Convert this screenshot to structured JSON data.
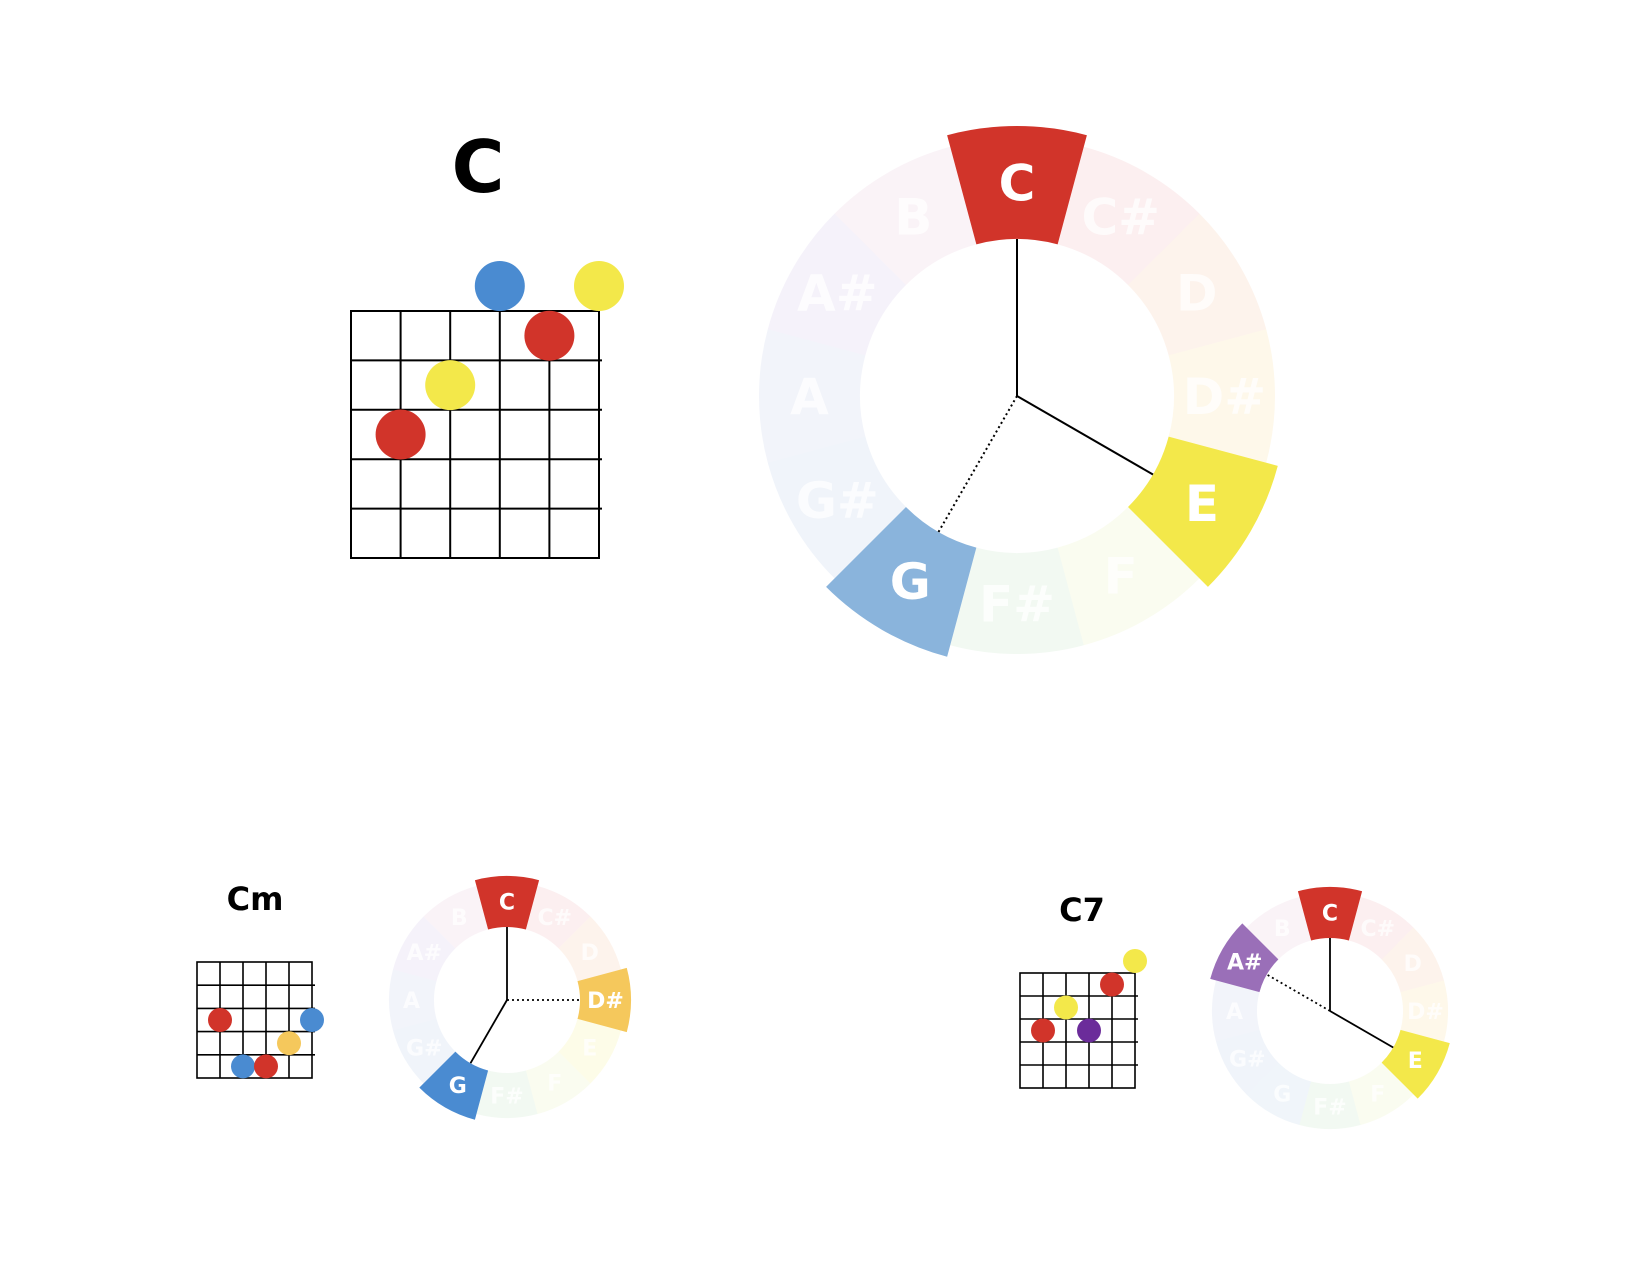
{
  "notes": [
    "C",
    "C#",
    "D",
    "D#",
    "E",
    "F",
    "F#",
    "G",
    "G#",
    "A",
    "A#",
    "B"
  ],
  "note_colors": {
    "C": "#d1342a",
    "C#": "#e9858a",
    "D": "#f0a070",
    "D#": "#f5c85c",
    "E": "#f3e84a",
    "F": "#dce98a",
    "F#": "#9ccf9c",
    "G": "#8ab4dc",
    "G#": "#8ea8dc",
    "A": "#9aa8dc",
    "A#": "#b59ad8",
    "B": "#d8a6c0"
  },
  "chords": [
    {
      "id": "chord-c",
      "name": "C",
      "tones": {
        "C": "#d1342a",
        "E": "#f3e84a",
        "G": "#8ab4dc"
      },
      "lines": [
        {
          "note": "C",
          "style": "solid"
        },
        {
          "note": "E",
          "style": "solid"
        },
        {
          "note": "G",
          "style": "dotted"
        }
      ],
      "fretboard": {
        "open_strings": [
          {
            "string": 3,
            "color": "#4a8bd1"
          },
          {
            "string": 5,
            "color": "#f3e84a"
          }
        ],
        "dots": [
          {
            "string": 4,
            "fret": 1,
            "color": "#d1342a"
          },
          {
            "string": 2,
            "fret": 2,
            "color": "#f3e84a"
          },
          {
            "string": 1,
            "fret": 3,
            "color": "#d1342a"
          }
        ]
      }
    },
    {
      "id": "chord-cm",
      "name": "Cm",
      "tones": {
        "C": "#d1342a",
        "D#": "#f5c85c",
        "G": "#4a8bd1"
      },
      "lines": [
        {
          "note": "C",
          "style": "solid"
        },
        {
          "note": "D#",
          "style": "dotted"
        },
        {
          "note": "G",
          "style": "solid"
        }
      ],
      "fretboard": {
        "open_strings": [],
        "dots": [
          {
            "string": 1,
            "fret": 3,
            "color": "#d1342a"
          },
          {
            "string": 5,
            "fret": 3,
            "color": "#4a8bd1"
          },
          {
            "string": 4,
            "fret": 4,
            "color": "#f5c85c"
          },
          {
            "string": 2,
            "fret": 5,
            "color": "#4a8bd1"
          },
          {
            "string": 3,
            "fret": 5,
            "color": "#d1342a"
          }
        ]
      }
    },
    {
      "id": "chord-c7",
      "name": "C7",
      "tones": {
        "C": "#d1342a",
        "E": "#f3e84a",
        "A#": "#9a6fb8"
      },
      "lines": [
        {
          "note": "C",
          "style": "solid"
        },
        {
          "note": "E",
          "style": "solid"
        },
        {
          "note": "A#",
          "style": "dotted"
        }
      ],
      "fretboard": {
        "open_strings": [
          {
            "string": 5,
            "color": "#f3e84a"
          }
        ],
        "dots": [
          {
            "string": 4,
            "fret": 1,
            "color": "#d1342a"
          },
          {
            "string": 2,
            "fret": 2,
            "color": "#f3e84a"
          },
          {
            "string": 1,
            "fret": 3,
            "color": "#d1342a"
          },
          {
            "string": 3,
            "fret": 3,
            "color": "#6b2c9a"
          }
        ]
      }
    }
  ]
}
